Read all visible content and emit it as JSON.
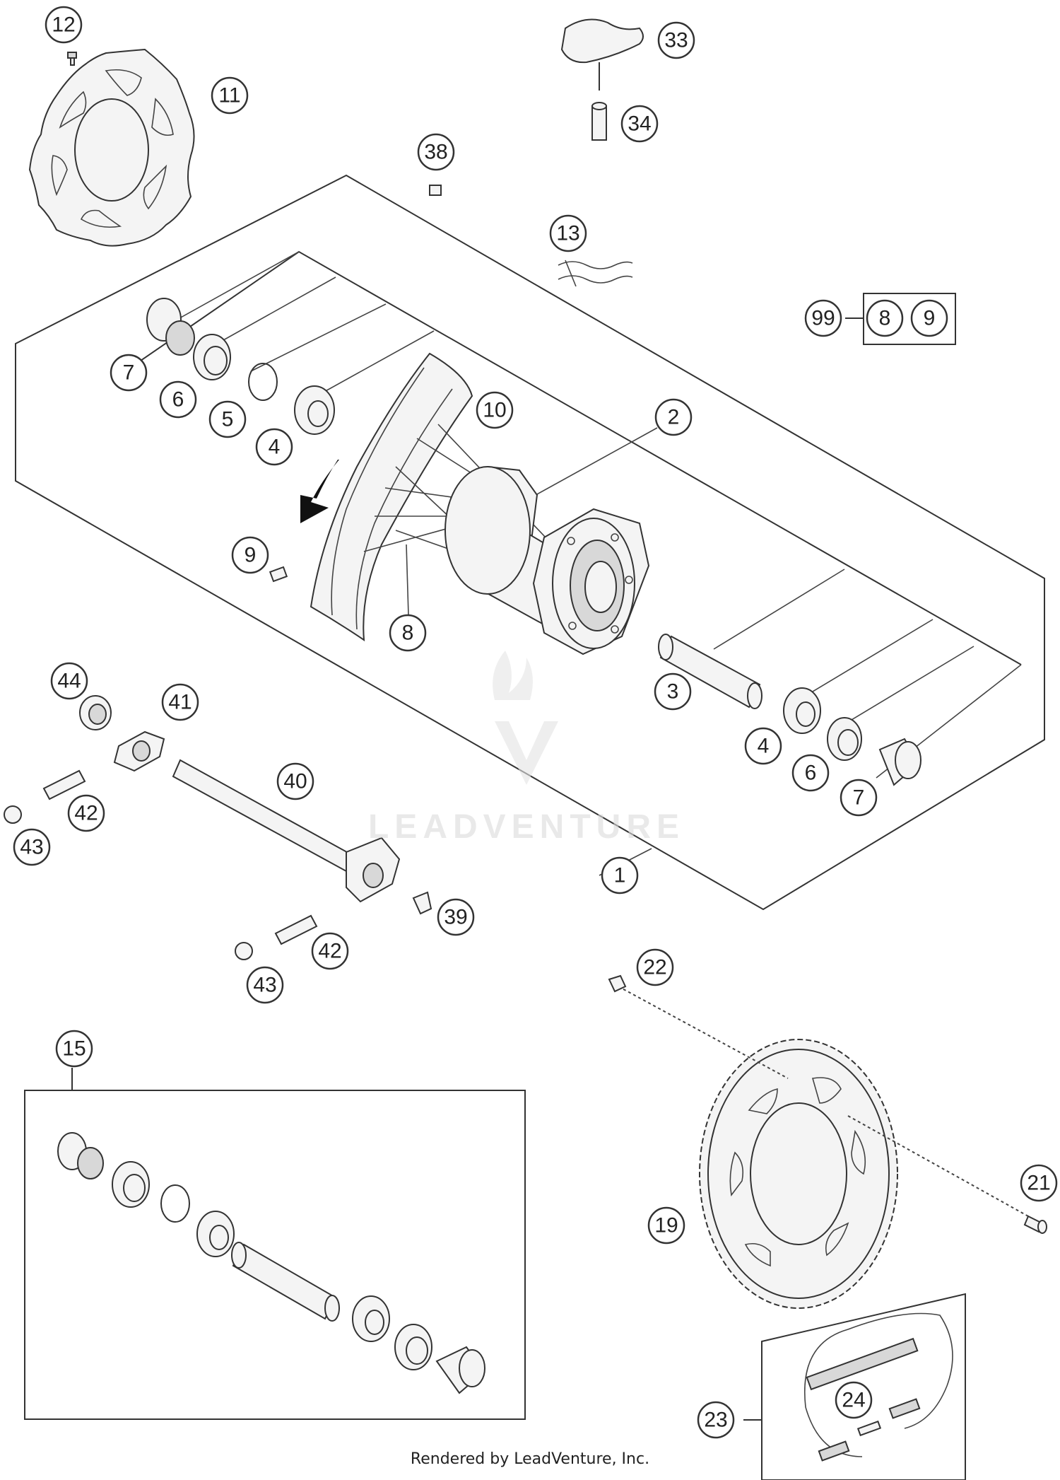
{
  "watermark": {
    "text": "LEADVENTURE"
  },
  "footer": {
    "text": "Rendered by LeadVenture, Inc."
  },
  "kit": {
    "label": "99",
    "contents": [
      "8",
      "9"
    ]
  },
  "callouts": [
    {
      "label": "12"
    },
    {
      "label": "11"
    },
    {
      "label": "33"
    },
    {
      "label": "34"
    },
    {
      "label": "38"
    },
    {
      "label": "13"
    },
    {
      "label": "7"
    },
    {
      "label": "6"
    },
    {
      "label": "5"
    },
    {
      "label": "4"
    },
    {
      "label": "10"
    },
    {
      "label": "2"
    },
    {
      "label": "9"
    },
    {
      "label": "8"
    },
    {
      "label": "3"
    },
    {
      "label": "44"
    },
    {
      "label": "41"
    },
    {
      "label": "4"
    },
    {
      "label": "6"
    },
    {
      "label": "7"
    },
    {
      "label": "40"
    },
    {
      "label": "42"
    },
    {
      "label": "43"
    },
    {
      "label": "1"
    },
    {
      "label": "39"
    },
    {
      "label": "42"
    },
    {
      "label": "43"
    },
    {
      "label": "22"
    },
    {
      "label": "15"
    },
    {
      "label": "21"
    },
    {
      "label": "19"
    },
    {
      "label": "24"
    },
    {
      "label": "23"
    }
  ]
}
